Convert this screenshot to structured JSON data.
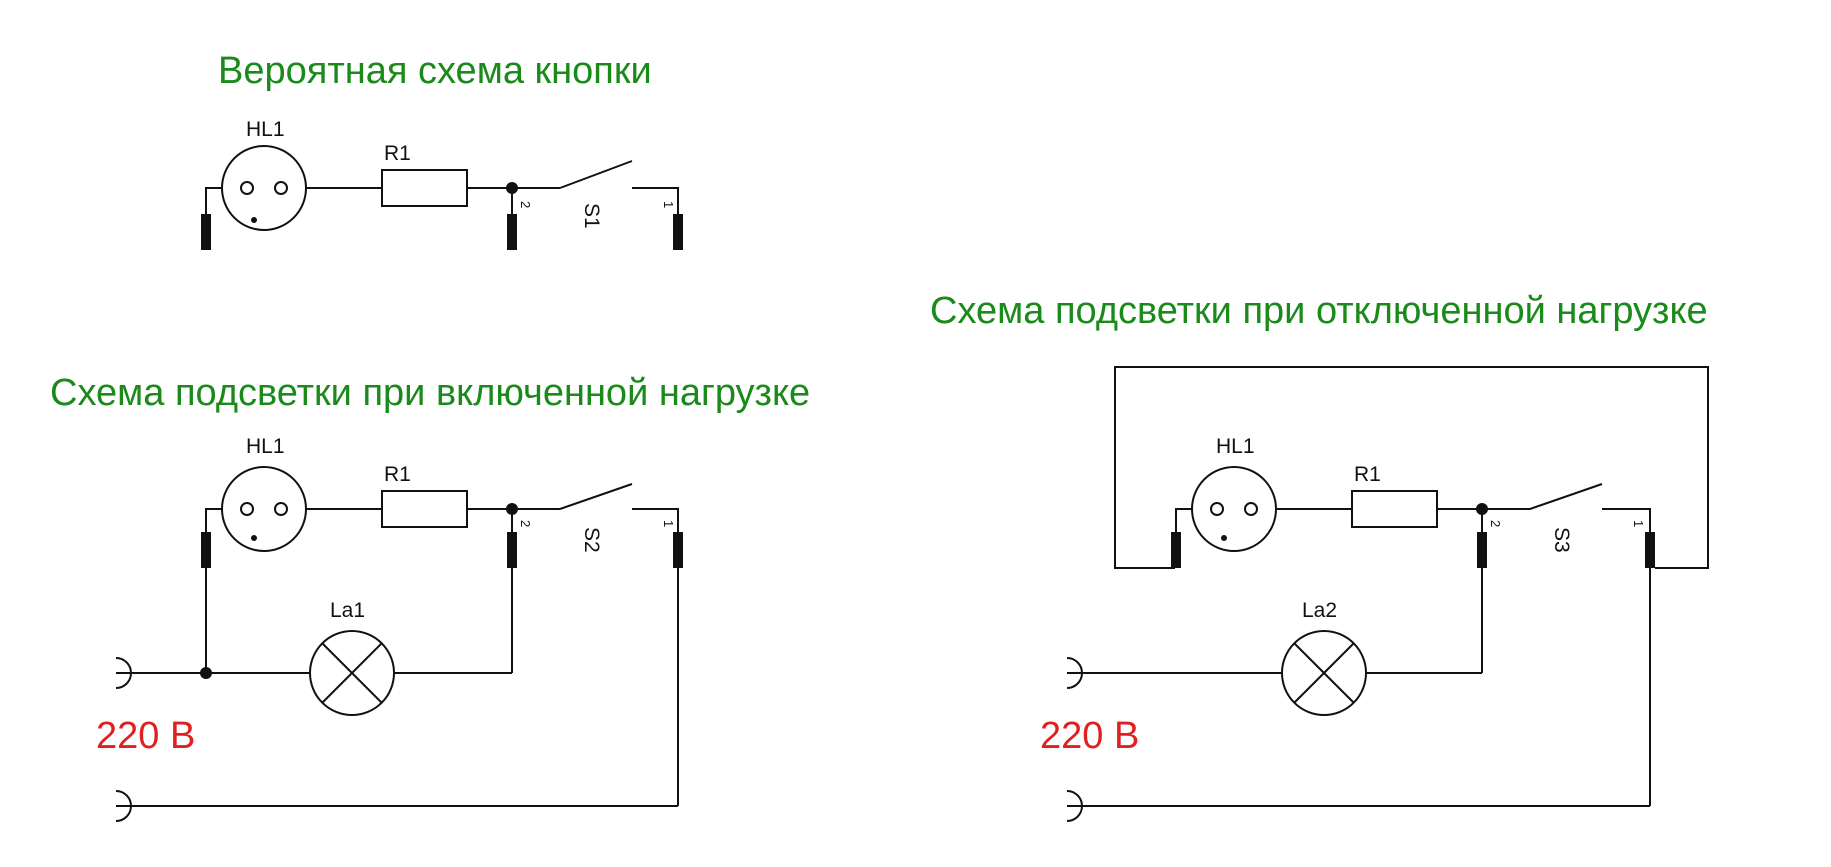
{
  "titles": {
    "button": "Вероятная схема кнопки",
    "on_load": "Схема подсветки при включенной нагрузке",
    "off_load": "Схема подсветки при отключенной нагрузке"
  },
  "components": {
    "lamp_indicator": "HL1",
    "resistor": "R1",
    "switch_1": "S1",
    "switch_2": "S2",
    "switch_3": "S3",
    "lamp_1": "La1",
    "lamp_2": "La2"
  },
  "pins": {
    "pin_2": "2",
    "pin_1": "1"
  },
  "supply": {
    "voltage_left": "220 В",
    "voltage_right": "220 В"
  },
  "colors": {
    "title": "#1a8a1a",
    "voltage": "#e02020",
    "wire": "#111111"
  }
}
